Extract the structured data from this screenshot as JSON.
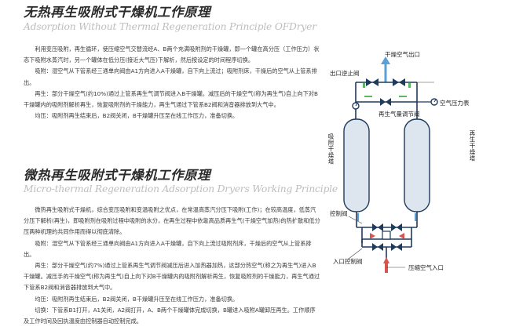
{
  "section1": {
    "title": "无热再生吸附式干燥机工作原理",
    "subtitle": "Adsorption Without Thermal Regeneration Principle OFDryer",
    "paragraphs": [
      "利用变压吸附，再生循环，使压缩空气交替流经A、B两个充满吸附剂的干燥罐，即一个罐在高分压（工作压力）状态下吸附水蒸汽时，另一个罐体在低分压(接近大气压)下解析，然后按设定的时间程序切换。",
      "吸附：湿空气从下管系经三通单向阀由A1方向进入A干燥罐，自下向上流过；吸附剂床，干燥后的空气从上管系排出。",
      "再生：部分干燥空气(约10%)通过上管系再生气调节阀进入B干燥罐。减压后的干燥空气(称为再生气)自上向下对B干燥罐内的吸附剂解析再生，恢复吸附剂的干燥能力，再生气通过下管系B2阀和消音器排放到大气中。",
      "均压：吸附剂再生结束后，B2阀关闭，B干燥罐升压至在线工作压力，准备切换。"
    ]
  },
  "section2": {
    "title": "微热再生吸附式干燥机工作原理",
    "subtitle": "Micro-thermal Regeneration Adsorption Dryers Working Principle",
    "paragraphs": [
      "微热再生吸附式干燥机，综合变压吸附和变温吸附之优点，在常温高蒸汽分压下吸附(工作)；在较高温度，低蒸汽分压下解析(再生)，即吸附剂在吸附过程中吸附的水分，在再生过程中依靠高品质再生气(干燥空气加热)的热扩散和低分压两种机理的共同作用而得以彻底清除。",
      "吸附：湿空气从下管系经三通单向阀由A1方向进入A干燥罐，自下向上流过吸附剂床，干燥后的空气从上管系排出。",
      "再生：部分干燥空气(约7%)通过上管系再生气调节阀减压后进入加热器加热，这部分热空气(称之为再生气)进入B干燥罐。减压手的干燥空气(称为再生气)自上向下对B干燥罐内的吸附剂解析再生，恢复吸附剂的干燥能力，再生气通过下管系B2阀和消音器排放到大气中。",
      "均压：吸附剂再生结束后，B2阀关闭，B干燥罐升压至在线工作压力，准备切换。",
      "切换：下管系B1打开，A1关闭，A2阀打开，A、B两个干燥罐体完成切换，B罐进入吸附A罐卸压再生。工作顺序及工作时间及回执温度由控制器自动控制完成。"
    ]
  },
  "diagram": {
    "labels": {
      "dry_air_outlet": "干燥空气出口",
      "outlet_check_valve": "出口逆止阀",
      "regen_valve": "再生气量调节阀",
      "air_pressure_gauge": "空气压力表",
      "adsorbent_tower": "吸附干燥塔",
      "regen_tower": "再生干燥塔",
      "control_valve": "控制阀",
      "inlet_control_valve": "入口控制阀",
      "compressed_air_inlet": "压缩空气入口"
    },
    "colors": {
      "pipe": "#1e3a5c",
      "tank_fill": "#dde6ee",
      "valve": "#1e3a5c",
      "green_arrow": "#5cb85c",
      "red_arrow": "#d9534f",
      "blue_arrow": "#5aa0d8"
    }
  }
}
